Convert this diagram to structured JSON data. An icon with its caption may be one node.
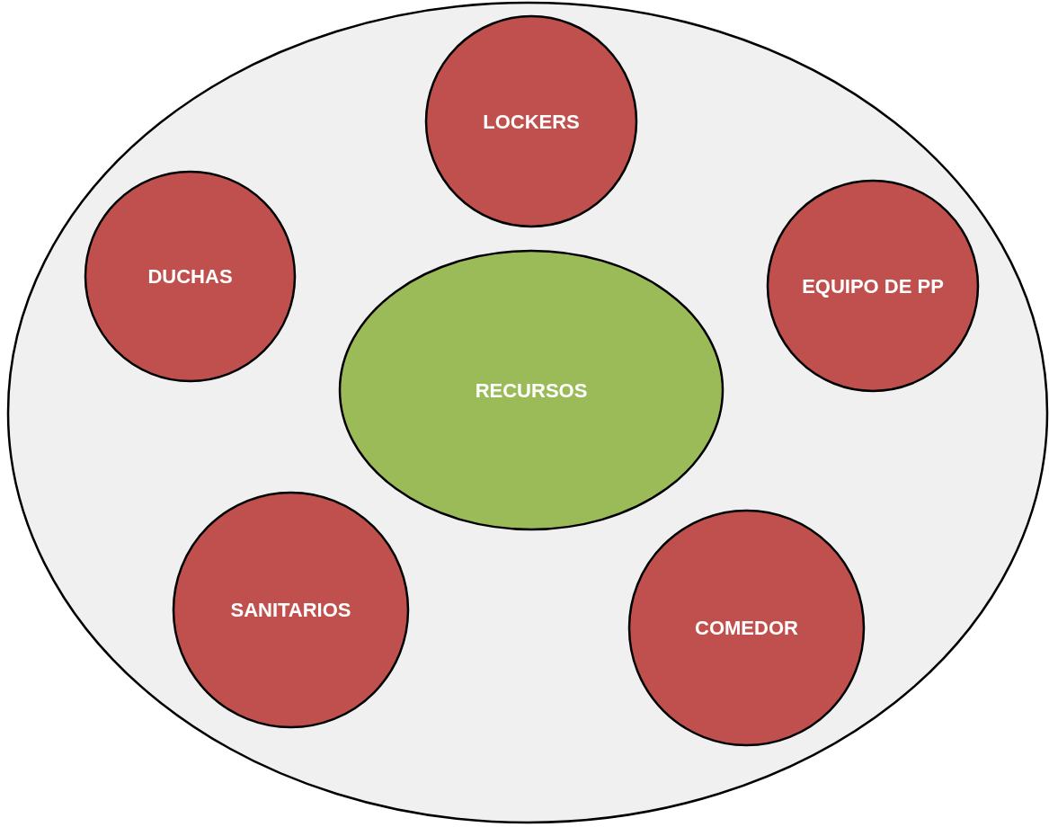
{
  "diagram": {
    "nodes": [
      {
        "text": [],
        "shape": "ellipse"
      },
      {
        "text": [
          "LOCKERS"
        ],
        "in": 0
      },
      {
        "text": [
          "DUCHAS"
        ],
        "in": 0
      },
      {
        "text": [
          "EQUIPO DE PP"
        ],
        "in": 0
      },
      {
        "text": [
          "RECURSOS"
        ],
        "in": 0
      },
      {
        "text": [
          "SANITARIOS"
        ],
        "in": 0
      },
      {
        "text": [
          "COMEDOR"
        ],
        "in": 0
      }
    ]
  }
}
